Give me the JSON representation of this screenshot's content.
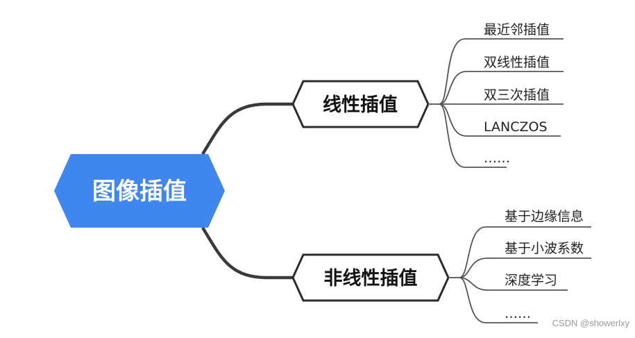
{
  "root": {
    "label": "图像插值",
    "color": "#3f86ee"
  },
  "branches": [
    {
      "label": "线性插值",
      "leaves": [
        "最近邻插值",
        "双线性插值",
        "双三次插值",
        "LANCZOS",
        "……"
      ]
    },
    {
      "label": "非线性插值",
      "leaves": [
        "基于边缘信息",
        "基于小波系数",
        "深度学习",
        "……"
      ]
    }
  ],
  "watermark": "CSDN @showerlxy",
  "colors": {
    "line": "#3a3a3a",
    "node_border": "#2b2b2b",
    "leaf_line": "#555555"
  }
}
